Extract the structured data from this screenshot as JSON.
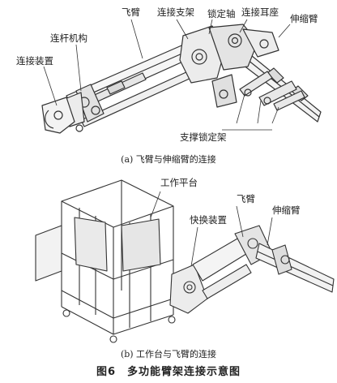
{
  "figure_a": {
    "labels": {
      "flying_arm": "飞臂",
      "connecting_bracket": "连接支架",
      "locking_shaft": "锁定轴",
      "connecting_lug_seat": "连接耳座",
      "telescopic_arm": "伸缩臂",
      "linkage_mechanism": "连杆机构",
      "connecting_device": "连接装置",
      "support_locking_frame": "支撑锁定架"
    },
    "caption": "(a) 飞臂与伸缩臂的连接"
  },
  "figure_b": {
    "labels": {
      "work_platform": "工作平台",
      "flying_arm": "飞臂",
      "quick_change_device": "快换装置",
      "telescopic_arm": "伸缩臂"
    },
    "caption": "(b) 工作台与飞臂的连接"
  },
  "figure_title": "图6　多功能臂架连接示意图"
}
